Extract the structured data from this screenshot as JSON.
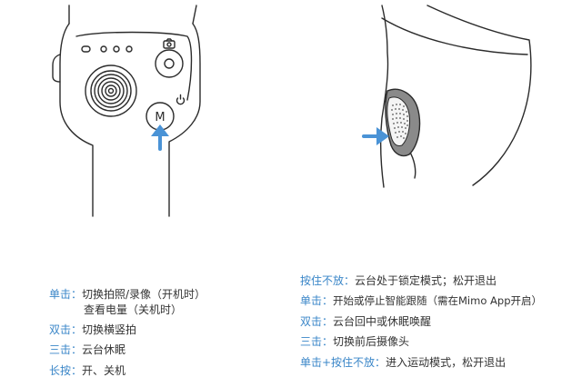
{
  "colors": {
    "accent": "#3a86c8",
    "arrow": "#4a93d6",
    "line": "#2b2b2b",
    "grip_fill": "#8a8a8a",
    "text": "#333333"
  },
  "icons": {
    "camera": "camera-icon",
    "power": "power-icon",
    "mode_button_letter": "M"
  },
  "left_legend": [
    {
      "key": "单击：",
      "desc": "切换拍照/录像（开机时）",
      "desc2": "查看电量（关机时）"
    },
    {
      "key": "双击：",
      "desc": "切换横竖拍"
    },
    {
      "key": "三击：",
      "desc": "云台休眠"
    },
    {
      "key": "长按：",
      "desc": "开、关机"
    }
  ],
  "right_legend": [
    {
      "key": "按住不放：",
      "desc": "云台处于锁定模式；松开退出"
    },
    {
      "key": "单击：",
      "desc": "开始或停止智能跟随（需在Mimo App开启）"
    },
    {
      "key": "双击：",
      "desc": "云台回中或休眠唤醒"
    },
    {
      "key": "三击：",
      "desc": "切换前后摄像头"
    },
    {
      "key": "单击+按住不放：",
      "desc": "进入运动模式，松开退出"
    }
  ]
}
